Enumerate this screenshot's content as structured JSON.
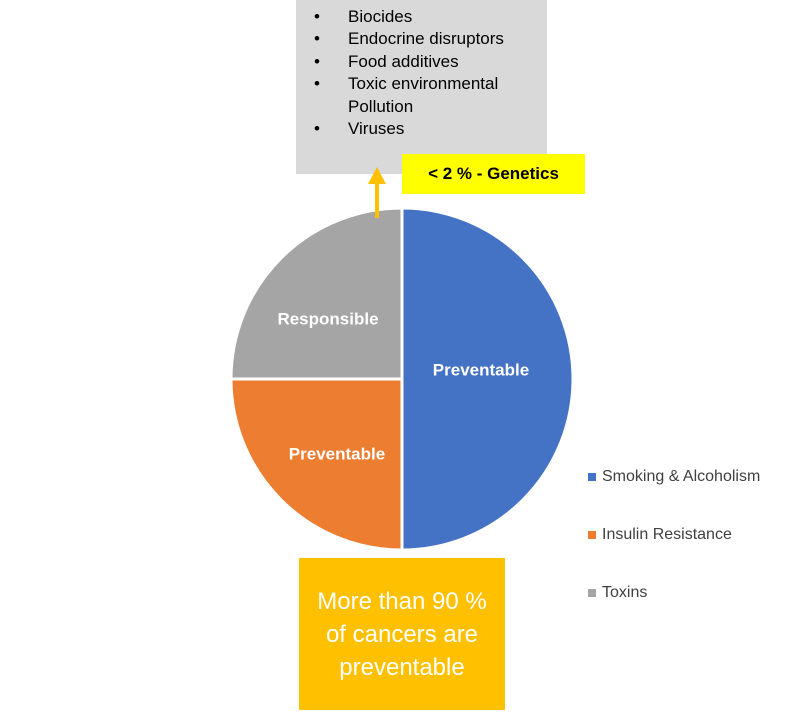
{
  "toxin_list": [
    "Biocides",
    "Endocrine disruptors",
    "Food additives",
    "Toxic environmental Pollution",
    "Viruses"
  ],
  "genetics_label": "< 2 % - Genetics",
  "callout_text": "More than 90 % of cancers are preventable",
  "colors": {
    "blue": "#4472c4",
    "orange": "#ed7d31",
    "gray": "#a5a5a5",
    "yellow": "#ffff00",
    "gold": "#ffc000",
    "arrow": "#ffc000"
  },
  "chart_data": {
    "type": "pie",
    "slices": [
      {
        "name": "Smoking & Alcoholism",
        "value": 50,
        "label": "Preventable",
        "color": "#4472c4"
      },
      {
        "name": "Insulin Resistance",
        "value": 25,
        "label": "Preventable",
        "color": "#ed7d31"
      },
      {
        "name": "Toxins",
        "value": 25,
        "label": "Responsible",
        "color": "#a5a5a5"
      }
    ],
    "legend_position": "right"
  }
}
